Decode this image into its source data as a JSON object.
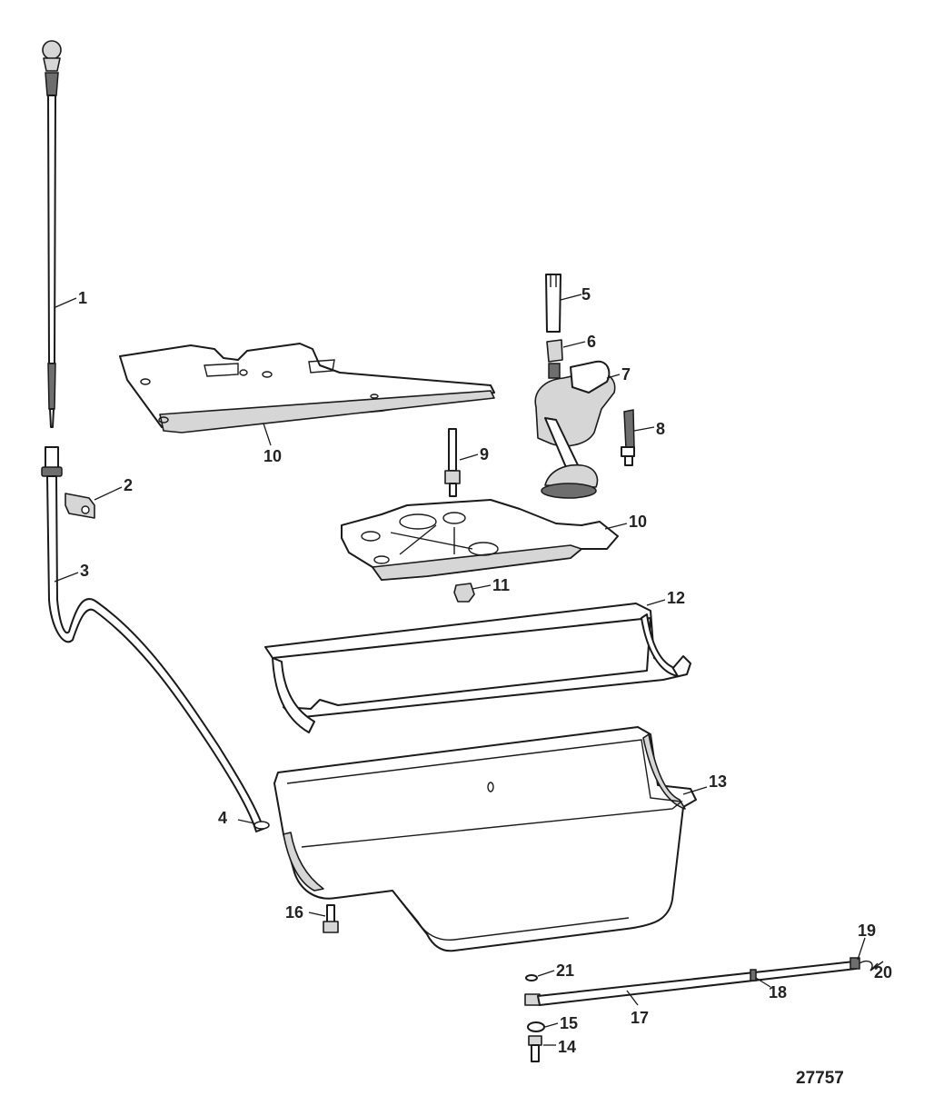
{
  "figure_number": "27757",
  "callouts": [
    "1",
    "2",
    "3",
    "4",
    "5",
    "6",
    "7",
    "8",
    "9",
    "10",
    "10",
    "11",
    "12",
    "13",
    "14",
    "15",
    "16",
    "17",
    "18",
    "19",
    "20",
    "21"
  ]
}
